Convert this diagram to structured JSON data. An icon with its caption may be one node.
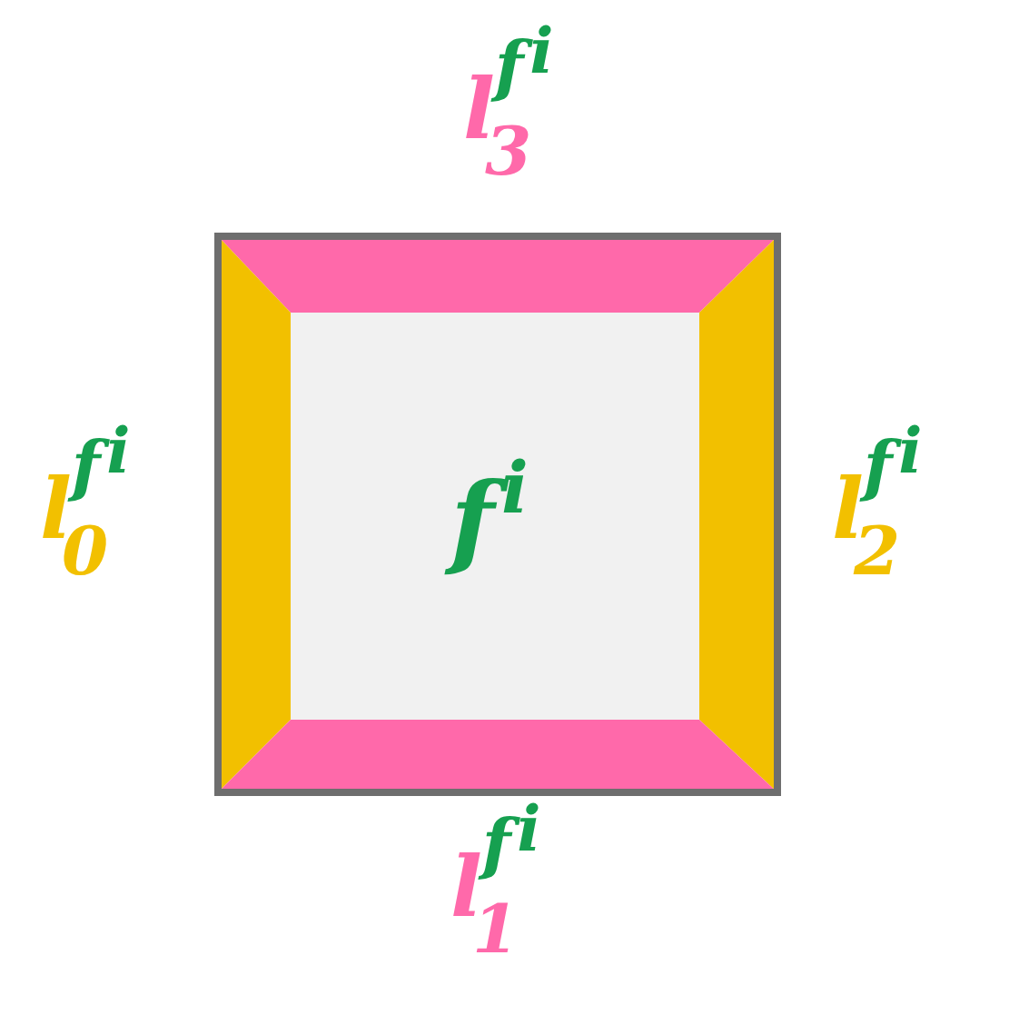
{
  "diagram": {
    "nodes": [
      {
        "text": [],
        "shape": "trapezoid",
        "beside": [
          "l$_{3}$$^{f}$$^{i}$"
        ]
      },
      {
        "text": [],
        "shape": "trapezoid",
        "beside": [
          "l$_{0}$$^{f}$$^{i}$"
        ]
      },
      {
        "text": [
          "f$^{i}$"
        ]
      },
      {
        "text": [],
        "shape": "trapezoid",
        "beside": [
          "l$_{2}$$^{f}$$^{i}$"
        ]
      },
      {
        "text": [],
        "shape": "trapezoid",
        "beside": [
          "l$_{1}$$^{f}$$^{i}$"
        ]
      }
    ]
  }
}
